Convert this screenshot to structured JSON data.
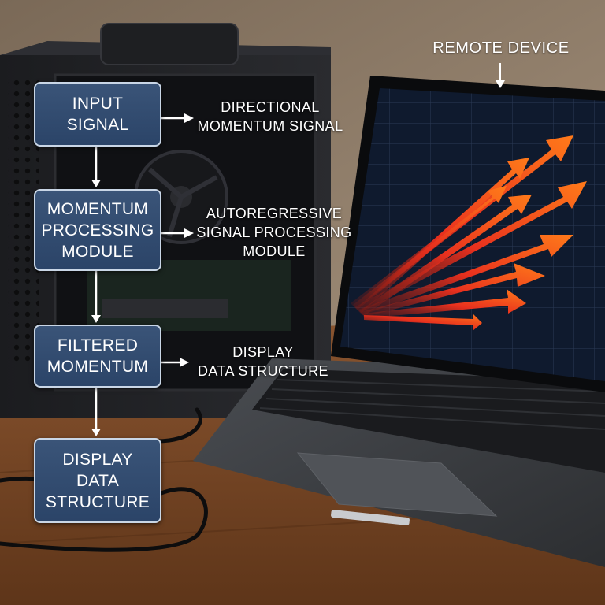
{
  "remote_label": "REMOTE DEVICE",
  "flow": {
    "boxes": [
      {
        "text": "INPUT\nSIGNAL"
      },
      {
        "text": "MOMENTUM\nPROCESSING\nMODULE"
      },
      {
        "text": "FILTERED\nMOMENTUM"
      },
      {
        "text": "DISPLAY\nDATA\nSTRUCTURE"
      }
    ],
    "side_labels": [
      {
        "text": "DIRECTIONAL\nMOMENTUM SIGNAL"
      },
      {
        "text": "AUTOREGRESSIVE\nSIGNAL PROCESSING\nMODULE"
      },
      {
        "text": "DISPLAY\nDATA STRUCTURE"
      }
    ]
  },
  "colors": {
    "box_fill": "#2f4a6e",
    "box_border": "#c9d6e6",
    "arrow_orange": "#ff6a1a",
    "arrow_red": "#e8301e",
    "screen_bg": "#0f1a2e"
  }
}
